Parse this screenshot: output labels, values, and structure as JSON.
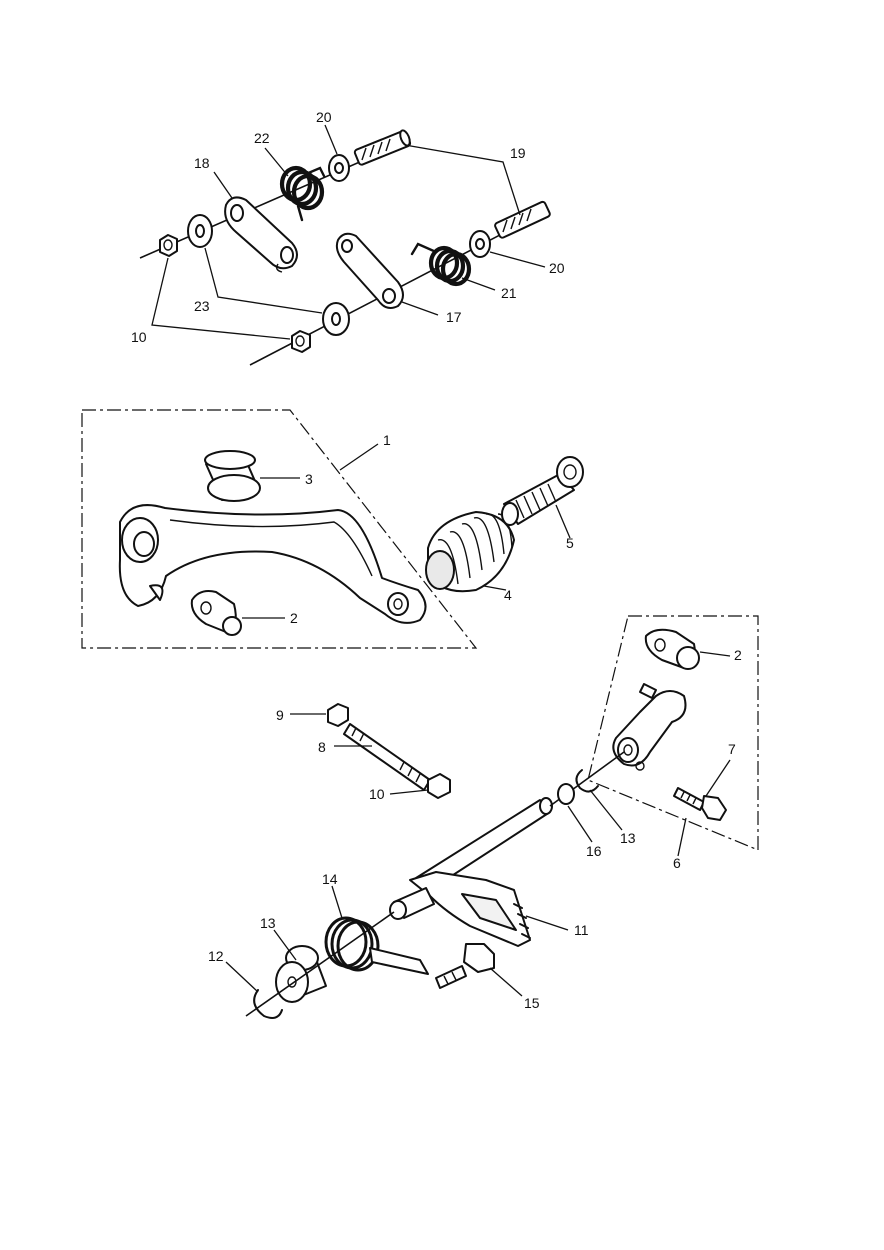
{
  "callouts": [
    {
      "id": "c1",
      "text": "1"
    },
    {
      "id": "c2a",
      "text": "2"
    },
    {
      "id": "c2b",
      "text": "2"
    },
    {
      "id": "c3",
      "text": "3"
    },
    {
      "id": "c4",
      "text": "4"
    },
    {
      "id": "c5",
      "text": "5"
    },
    {
      "id": "c6",
      "text": "6"
    },
    {
      "id": "c7",
      "text": "7"
    },
    {
      "id": "c8",
      "text": "8"
    },
    {
      "id": "c9",
      "text": "9"
    },
    {
      "id": "c10a",
      "text": "10"
    },
    {
      "id": "c10b",
      "text": "10"
    },
    {
      "id": "c11",
      "text": "11"
    },
    {
      "id": "c12",
      "text": "12"
    },
    {
      "id": "c13a",
      "text": "13"
    },
    {
      "id": "c13b",
      "text": "13"
    },
    {
      "id": "c14",
      "text": "14"
    },
    {
      "id": "c15",
      "text": "15"
    },
    {
      "id": "c16",
      "text": "16"
    },
    {
      "id": "c17",
      "text": "17"
    },
    {
      "id": "c18",
      "text": "18"
    },
    {
      "id": "c19",
      "text": "19"
    },
    {
      "id": "c20a",
      "text": "20"
    },
    {
      "id": "c20b",
      "text": "20"
    },
    {
      "id": "c21",
      "text": "21"
    },
    {
      "id": "c22",
      "text": "22"
    },
    {
      "id": "c23",
      "text": "23"
    }
  ]
}
